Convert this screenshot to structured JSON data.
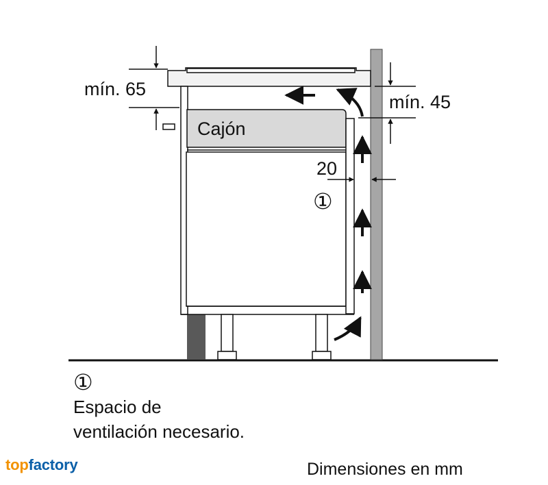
{
  "labels": {
    "min_front": "mín. 65",
    "min_back": "mín. 45",
    "drawer": "Cajón",
    "gap": "20",
    "marker": "①"
  },
  "legend": {
    "marker": "①",
    "line1": "Espacio de",
    "line2": "ventilación necesario."
  },
  "footer": {
    "units_note": "Dimensiones en mm",
    "brand_part1": "top",
    "brand_part2": "factory"
  },
  "colors": {
    "line": "#111111",
    "wall": "#a6a6a6",
    "drawer_fill": "#d9d9d9",
    "plinth": "#595959",
    "brand_orange": "#f29200",
    "brand_blue": "#0a5fa8"
  }
}
